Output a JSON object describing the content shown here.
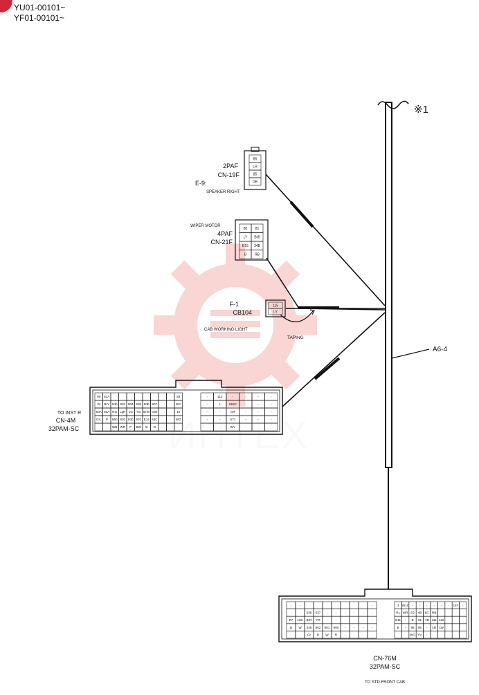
{
  "header": {
    "serial_yu": "YU01-00101~",
    "serial_yf": "YF01-00101~"
  },
  "watermark": {
    "text": "ИНТЕХ",
    "color": "#e8433a"
  },
  "trunk": {
    "ref_mark": "※1",
    "label": "A6-4"
  },
  "taping_label": "TAPING",
  "connectors": {
    "cn19f": {
      "type": "2PAF",
      "name": "CN-19F",
      "circuit": "E-9:",
      "description": "SPEAKER RIGHT",
      "pins": [
        "85",
        "LR",
        "85",
        "DB"
      ]
    },
    "cn21f": {
      "description": "WIPER MOTOR",
      "type": "4PAF",
      "name": "CN-21F",
      "pins": [
        "80",
        "81",
        "LY",
        "BrB",
        "E15",
        "34B",
        "B",
        "RB"
      ]
    },
    "cb104": {
      "circuit": "F-1",
      "name": "CB104",
      "description": "CAB WORKING LIGHT",
      "pins": [
        "115",
        "LY"
      ]
    },
    "cn4m": {
      "description": "TO INST R",
      "name": "CN-4M",
      "type": "32PAM-SC",
      "left_block": [
        [
          "50",
          "81A",
          "",
          "",
          "",
          "",
          "",
          "",
          "",
          "",
          "83"
        ],
        [
          "W",
          "BrY",
          "940",
          "803",
          "804",
          "605",
          "60B",
          "807",
          "",
          "",
          "WY"
        ],
        [
          "60A",
          "82A",
          "RG",
          "LgR",
          "LG",
          "YG",
          "BrW",
          "GW",
          "",
          "",
          "10"
        ],
        [
          "GrL",
          "P",
          "850",
          "830",
          "830",
          "970",
          "E14",
          "84C",
          "",
          "",
          "WG"
        ],
        [
          "",
          "",
          "WB",
          "WR",
          "P",
          "BW",
          "B",
          "O",
          "",
          "",
          ""
        ]
      ],
      "right_block": [
        [
          "-",
          "113",
          "-",
          "-",
          "-",
          "-"
        ],
        [
          "-",
          "L",
          "S53C",
          "-",
          "-",
          "-"
        ],
        [
          "-",
          "-",
          "GR",
          "-",
          "-",
          "-"
        ],
        [
          "-",
          "-",
          "S71",
          "-",
          "-",
          "-"
        ],
        [
          "",
          "",
          "WY",
          "-",
          "",
          ""
        ]
      ]
    },
    "cn76m": {
      "name": "CN-76M",
      "type": "32PAM-SC",
      "description": "TO STD FRONT CAB",
      "left_block": [
        [
          "-",
          "-",
          "",
          "",
          "",
          "",
          "",
          "",
          "",
          "-"
        ],
        [
          "-",
          "-",
          "535",
          "537",
          "-",
          "-",
          "-",
          "-",
          "-",
          "-"
        ],
        [
          "E7",
          "13C",
          "BrR",
          "YR",
          "-",
          "-",
          "-",
          "-",
          "-",
          "-"
        ],
        [
          "B",
          "W",
          "345",
          "802",
          "801",
          "800",
          "-",
          "-",
          "-",
          "-"
        ],
        [
          "",
          "",
          "Gr",
          "B",
          "W",
          "R",
          "-",
          "",
          "",
          ""
        ]
      ],
      "right_block": [
        [
          "3",
          "851C",
          "-",
          "-",
          "-",
          "-",
          "-",
          "-",
          "14F",
          "-"
        ],
        [
          "RL",
          "WR",
          "E2",
          "4B",
          "5C",
          "RB",
          "",
          "",
          "",
          ""
        ],
        [
          "E11",
          "-",
          "B",
          "OL",
          "YB",
          "111",
          "112",
          "",
          "",
          ""
        ],
        [
          "B",
          "-",
          "95",
          "65",
          "-",
          "LB",
          "LW",
          "",
          "",
          ""
        ],
        [
          "",
          "",
          "WG",
          "YV",
          "-",
          "",
          "",
          "",
          "",
          ""
        ]
      ]
    }
  }
}
